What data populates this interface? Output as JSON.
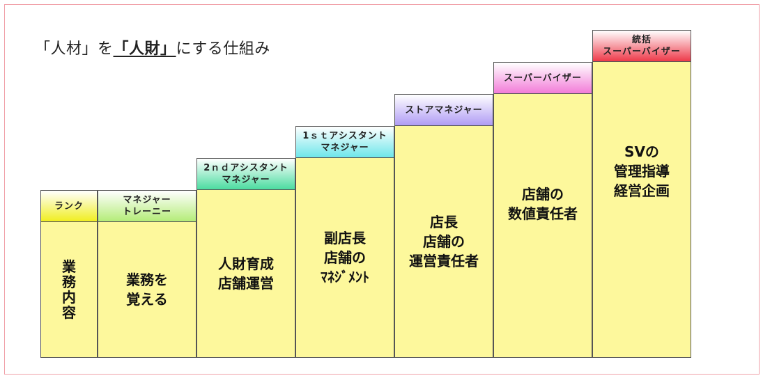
{
  "title": {
    "part1": "「人材」を",
    "part2": "「人財」",
    "part3": "にする仕組み"
  },
  "columns": [
    {
      "header": "ランク",
      "content": "業\n務\n内\n容",
      "color": "#f0ee20"
    },
    {
      "header": "マネジャー\nトレーニー",
      "content": "業務を\n覚える",
      "color": "#b4ec78"
    },
    {
      "header": "2ｎｄアシスタント\nマネジャー",
      "content": "人財育成\n店舗運営",
      "color": "#4cdca0"
    },
    {
      "header": "1ｓｔアシスタント\nマネジャー",
      "content": "副店長\n店舗の\nﾏﾈｼﾞﾒﾝﾄ",
      "color": "#6ee6ea"
    },
    {
      "header": "ストアマネジャー",
      "content": "店長\n店舗の\n運営責任者",
      "color": "#b09cf4"
    },
    {
      "header": "スーパーバイザー",
      "content": "店舗の\n数値責任者",
      "color": "#f27cd8"
    },
    {
      "header": "統括\nスーパーバイザー",
      "content": "SVの\n管理指導\n経営企画",
      "color": "#ee3a4a"
    }
  ]
}
